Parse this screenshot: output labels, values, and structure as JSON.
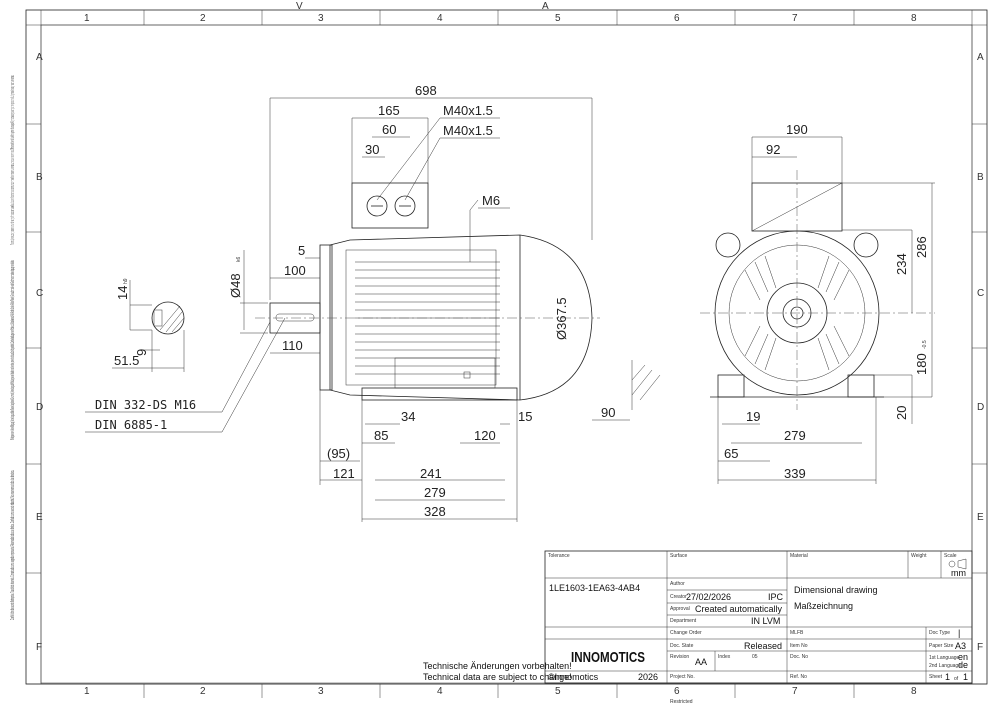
{
  "grid": {
    "columns": [
      "1",
      "2",
      "3",
      "4",
      "5",
      "6",
      "7",
      "8"
    ],
    "rows": [
      "A",
      "B",
      "C",
      "D",
      "E",
      "F"
    ],
    "top_marks": [
      "V",
      "A"
    ]
  },
  "dimensions": {
    "overall_length": "698",
    "terminal_165": "165",
    "terminal_60": "60",
    "terminal_30": "30",
    "gland_1": "M40x1.5",
    "gland_2": "M40x1.5",
    "earth": "M6",
    "shaft_dia": "Ø48",
    "shaft_tol": "k6",
    "len_5": "5",
    "len_100": "100",
    "len_110": "110",
    "key_14": "14",
    "key_14_tol": "h9",
    "key_9": "9",
    "key_51_5": "51.5",
    "din1": "DIN 332-DS M16",
    "din2": "DIN 6885-1",
    "dia_367_5": "Ø367.5",
    "foot_34": "34",
    "foot_85": "85",
    "foot_120": "120",
    "foot_15": "15",
    "foot_90": "90",
    "paren_95": "(95)",
    "foot_121": "121",
    "foot_241": "241",
    "foot_279": "279",
    "foot_328": "328",
    "end_190": "190",
    "end_92": "92",
    "end_234": "234",
    "end_286": "286",
    "end_180": "180",
    "end_180_tol": "-0.5",
    "end_20": "20",
    "end_19": "19",
    "end_279": "279",
    "end_65": "65",
    "end_339": "339"
  },
  "side_notes": {
    "note_top": "Transmittal, reproduction, dissemination and/or editing of this document as well as utilization of its contents and communication thereof to others without express authorization are prohibited. Offenders will be held liable for payment of damages. All rights created by patent grant or registration of a utility model or design patent are reserved.",
    "note_mid": "Weitergabe sowie Vervielfältigung, Verbreitung und/oder Bearbeitung dieses Dokuments, Verwertung und Mitteilung seines Inhaltes sind verboten, soweit nicht ausdrücklich gestattet. Zuwiderhandlungen verpflichten zu Schadenersatz. Alle Rechte für den Fall der Patent-, Gebrauchsmuster- oder Geschmacksmustereintragung vorbehalten.",
    "note_bottom": "Confié à titre de secret d'entreprise. Tous droits réservés. Comunicado como segredo empresarial. Reservados todos os direitos. Confiado como secreto industrial. Nos reservamos todos los derechos."
  },
  "title_block": {
    "tolerance_label": "Tolerance",
    "surface_label": "Surface",
    "material_label": "Material",
    "weight_label": "Weight",
    "scale_label": "Scale",
    "scale_unit": "mm",
    "part_number": "1LE1603-1EA63-4AB4",
    "author_label": "Author",
    "creator_label": "Creator",
    "creator_date": "27/02/2026",
    "creator_dept": "IPC",
    "approval_label": "Approval",
    "approval_value": "Created automatically",
    "department_label": "Department",
    "department_value": "IN LVM",
    "title_en": "Dimensional drawing",
    "title_de": "Maßzeichnung",
    "change_order_label": "Change Order",
    "mlfb_label": "MLFB",
    "doc_type_label": "Doc Type",
    "doc_type_value": "|",
    "doc_state_label": "Doc. State",
    "doc_state_value": "Released",
    "item_no_label": "Item No",
    "paper_size_label": "Paper Size",
    "paper_size_value": "A3",
    "revision_label": "Revision",
    "revision_value": "AA",
    "index_label": "Index",
    "index_value": "05",
    "doc_no_label": "Doc. No",
    "lang1_label": "1st Language",
    "lang1_value": "en",
    "lang2_label": "2nd Language",
    "lang2_value": "de",
    "ref_no_label": "Ref. No",
    "sheet_label": "Sheet",
    "sheet_value": "1",
    "sheet_of": "of",
    "sheet_total": "1",
    "project_label": "Project No.",
    "copyright": "©Innomotics",
    "year": "2026",
    "logo": "INNOMOTICS",
    "notice_de": "Technische Änderungen vorbehalten!",
    "notice_en": "Technical data are subject to change!",
    "restricted": "Restricted"
  }
}
